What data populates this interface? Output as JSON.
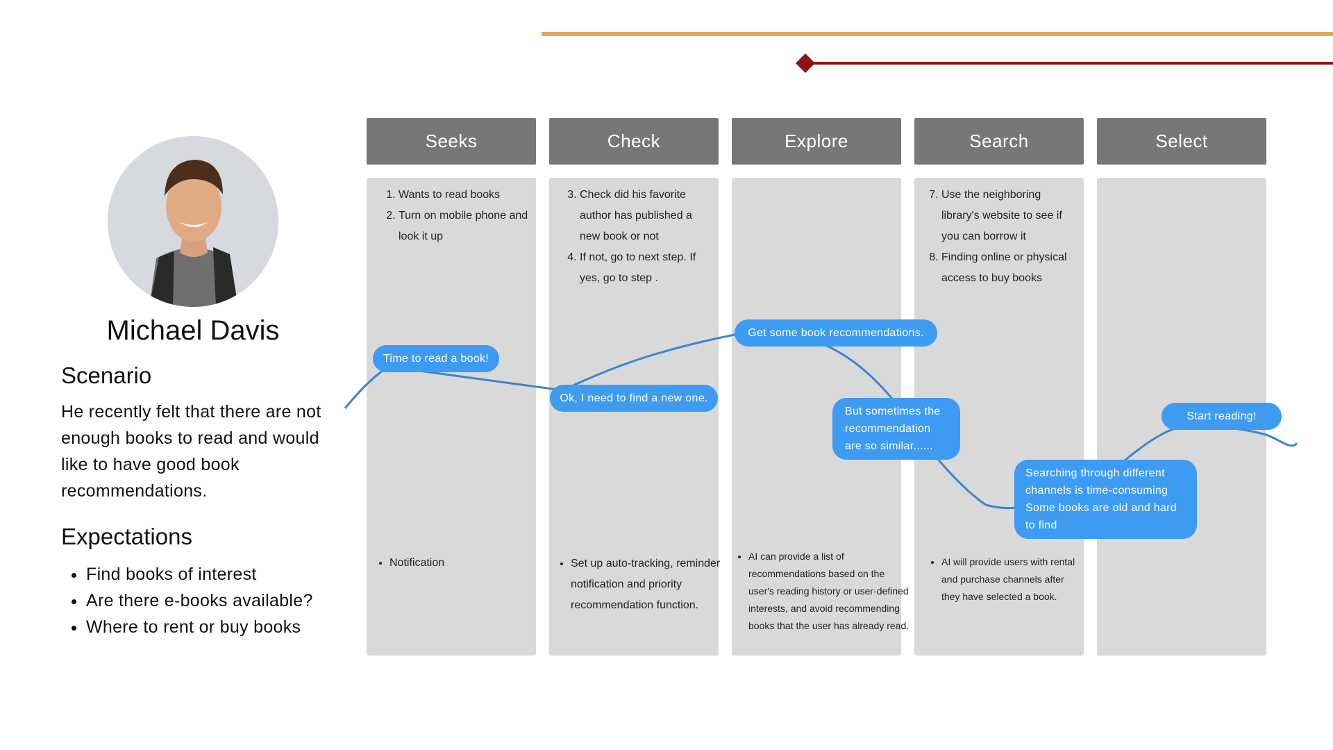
{
  "persona": {
    "name": "Michael Davis",
    "avatar_alt": "Michael Davis",
    "scenario_title": "Scenario",
    "scenario_text": "He recently felt that there are not enough books to read and would like to have good book recommendations.",
    "expectations_title": "Expectations",
    "expectations": [
      "Find books of interest",
      "Are there e-books available?",
      "Where to rent or buy books"
    ]
  },
  "stages": [
    {
      "title": "Seeks",
      "steps_start": 1,
      "steps": [
        "Wants to read books",
        "Turn on mobile phone and look it up"
      ],
      "features": [
        "Notification"
      ]
    },
    {
      "title": "Check",
      "steps_start": 3,
      "steps": [
        "Check did his favorite author has published a new book or not",
        "If not, go to next step. If yes, go to step ."
      ],
      "features": [
        "Set up auto-tracking, reminder notification and priority recommendation function."
      ]
    },
    {
      "title": "Explore",
      "steps_start": 5,
      "steps": [],
      "features": [
        "AI can provide a list of recommendations based on the user's reading history or user-defined interests, and avoid recommending books that the user has already read."
      ]
    },
    {
      "title": "Search",
      "steps_start": 7,
      "steps": [
        "Use the neighboring library's website to see if you can borrow it",
        "Finding online or physical access to buy books"
      ],
      "features": [
        "AI will provide users with rental and purchase channels after they have selected a book."
      ]
    },
    {
      "title": "Select",
      "steps_start": 9,
      "steps": [],
      "features": []
    }
  ],
  "emotions": [
    "Time to read a book!",
    "Ok, I need to find a new one.",
    "Get some book recommendations.",
    "But sometimes the recommendation are so similar......",
    "Searching through different channels is time-consuming Some books are old and hard to find",
    "Start reading!"
  ],
  "colors": {
    "gold_line": "#e0a95a",
    "red_line": "#8b1414",
    "header_bg": "#777777",
    "column_bg": "#d9d9d9",
    "bubble_bg": "#3d9bf2",
    "curve": "#3a86cc"
  }
}
